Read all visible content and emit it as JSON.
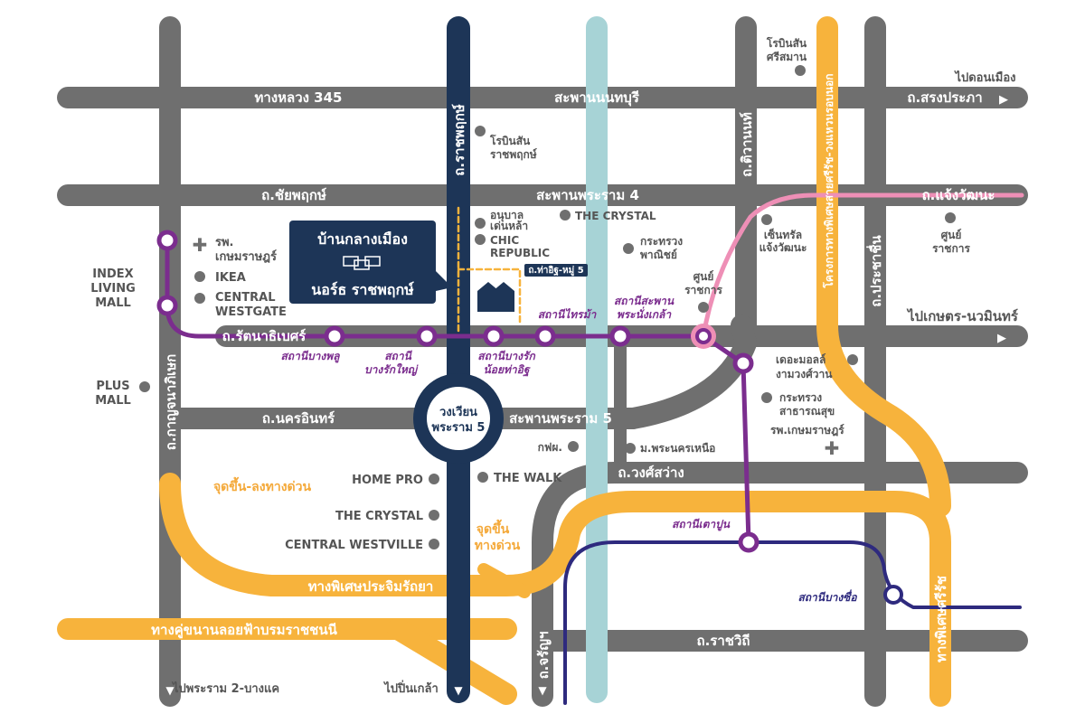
{
  "colors": {
    "road": "#6f6f6f",
    "expressway": "#f7b33c",
    "purple_line": "#7b2d8e",
    "pink_line": "#ee8fb6",
    "blue_line": "#2e2a7e",
    "ratchaphruek_road": "#1d3557",
    "canal": "#a7d3d6",
    "project_box": "#1d3557",
    "poi_dot": "#6f6f6f"
  },
  "roads": {
    "highway_345": "ทางหลวง 345",
    "nonthaburi_bridge": "สะพานนนทบุรี",
    "songprapha": "ถ.สรงประภา",
    "chaiyaphruek": "ถ.ชัยพฤกษ์",
    "rama4_bridge": "สะพานพระราม 4",
    "chaengwattana": "ถ.แจ้งวัฒนะ",
    "rattanathibet": "ถ.รัตนาธิเบศร์",
    "nakhon_in": "ถ.นครอินทร์",
    "rama5_bridge": "สะพานพระราม 5",
    "wongsawang": "ถ.วงศ์สว่าง",
    "ratchawithi": "ถ.ราชวิถี",
    "ratchaphruek": "ถ.ราชพฤกษ์",
    "tiwanon": "ถ.ติวานนท์",
    "prachachuen": "ถ.ประชาชื่น",
    "kanchanaphisek": "ถ.กาญจนาภิเษก",
    "charan": "ถ.จรัญฯ",
    "tha_it": "ถ.ท่าอิฐ-หมู่ 5",
    "to_don_mueang": "ไปดอนเมือง",
    "to_kaset": "ไปเกษตร-นวมินทร์",
    "to_rama2": "ไปพระราม 2-บางแค",
    "to_pinklao": "ไปปิ่นเกล้า"
  },
  "expressways": {
    "prachachuen_road_name": "ทางพิเศษประจิมรัถยา",
    "boromratchachonnani": "ทางคู่ขนานลอยฟ้าบรมราชชนนี",
    "sirat": "ทางพิเศษศรีรัช",
    "sirat_outer": "โครงการทางพิเศษสายศรีรัช-วงแหวนรอบนอก",
    "ramp1": "จุดขึ้น-ลงทางด่วน",
    "ramp2_line1": "จุดขึ้น",
    "ramp2_line2": "ทางด่วน"
  },
  "roundabout": {
    "line1": "วงเวียน",
    "line2": "พระราม 5"
  },
  "project": {
    "name_line1": "บ้านกลางเมือง",
    "name_line2": "นอร์ธ ราชพฤกษ์"
  },
  "stations": {
    "bang_phlu": "สถานีบางพลู",
    "bang_rak_yai_1": "สถานี",
    "bang_rak_yai_2": "บางรักใหญ่",
    "bang_rak_noi_1": "สถานีบางรัก",
    "bang_rak_noi_2": "น้อยท่าอิฐ",
    "sai_ma": "สถานีไทรม้า",
    "phra_nang_klao_1": "สถานีสะพาน",
    "phra_nang_klao_2": "พระนั่งเกล้า",
    "tao_poon": "สถานีเตาปูน",
    "bang_son": "สถานีบางซื่อ"
  },
  "pois": {
    "robinson_srisaman_1": "โรบินสัน",
    "robinson_srisaman_2": "ศรีสมาน",
    "robinson_ratchaphruek_1": "โรบินสัน",
    "robinson_ratchaphruek_2": "ราชพฤกษ์",
    "anuban_1": "อนุบาล",
    "anuban_2": "เด่นหล้า",
    "chic_1": "CHIC",
    "chic_2": "REPUBLIC",
    "crystal_top": "THE CRYSTAL",
    "commerce_1": "กระทรวง",
    "commerce_2": "พาณิชย์",
    "gov_center_1": "ศูนย์",
    "gov_center_2": "ราชการ",
    "central_chaeng_1": "เซ็นทรัล",
    "central_chaeng_2": "แจ้งวัฒนะ",
    "gov_center_r_1": "ศูนย์",
    "gov_center_r_2": "ราชการ",
    "hospital_1": "รพ.",
    "hospital_2": "เกษมราษฎร์",
    "ikea": "IKEA",
    "westgate_1": "CENTRAL",
    "westgate_2": "WESTGATE",
    "index_1": "INDEX",
    "index_2": "LIVING",
    "index_3": "MALL",
    "plus_1": "PLUS",
    "plus_2": "MALL",
    "mall_ngam_1": "เดอะมอลล์",
    "mall_ngam_2": "งามวงศ์วาน",
    "health_1": "กระทรวง",
    "health_2": "สาธารณสุข",
    "hospital_r": "รพ.เกษมราษฎร์",
    "egat": "กฟผ.",
    "univ": "ม.พระนครเหนือ",
    "homepro": "HOME PRO",
    "thewalk": "THE WALK",
    "crystal_bottom": "THE CRYSTAL",
    "westville": "CENTRAL WESTVILLE"
  }
}
